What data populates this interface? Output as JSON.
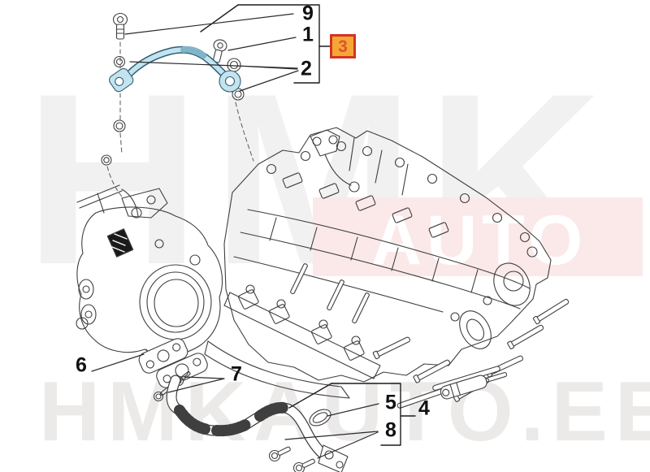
{
  "diagram": {
    "type": "exploded-parts-diagram",
    "subject": "engine cylinder head with turbo oil feed and return pipes"
  },
  "callouts": {
    "top_group": {
      "labels": [
        "9",
        "1",
        "2"
      ],
      "group_label": "3",
      "highlighted": true
    },
    "bottom_group": {
      "labels": [
        "5",
        "8"
      ],
      "group_label": "4",
      "highlighted": false
    },
    "single": [
      "6",
      "7"
    ]
  },
  "watermark": {
    "large": "HMK",
    "band": "AUTO",
    "footer": "HMKAUTO.EE"
  },
  "theme": {
    "highlight_border": "#d63226",
    "highlight_fill": "#f5a733",
    "highlight_text": "#e0512f",
    "pipe_fill": "#c3e4ef",
    "pipe_stroke": "#2e5f74",
    "line_color": "#3f3f3f",
    "watermark_gray": "#f2f1f1",
    "band_pink": "#fbe9e9",
    "band_text": "#ffffff",
    "footer_gray": "#ece9e9"
  }
}
